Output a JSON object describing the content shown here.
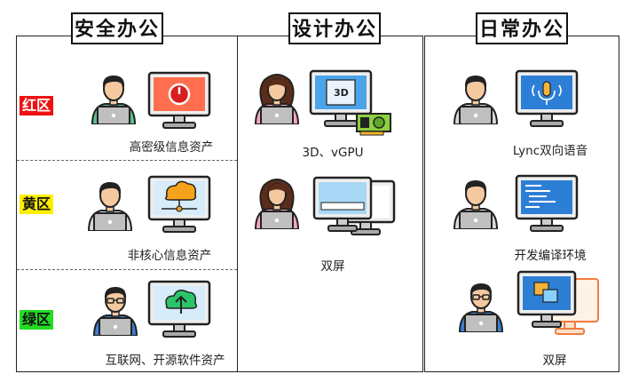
{
  "sections": {
    "security": {
      "title": "安全办公",
      "zones": [
        {
          "label": "红区",
          "bg": "#ee1111",
          "color": "#ffffff",
          "caption": "高密级信息资产"
        },
        {
          "label": "黄区",
          "bg": "#ffee00",
          "color": "#111111",
          "caption": "非核心信息资产"
        },
        {
          "label": "绿区",
          "bg": "#22dd22",
          "color": "#111111",
          "caption": "互联网、开源软件资产"
        }
      ]
    },
    "design": {
      "title": "设计办公",
      "items": [
        {
          "caption": "3D、vGPU"
        },
        {
          "caption": "双屏"
        }
      ]
    },
    "daily": {
      "title": "日常办公",
      "items": [
        {
          "caption": "Lync双向语音"
        },
        {
          "caption": "开发编译环境"
        },
        {
          "caption": "双屏"
        }
      ]
    }
  },
  "icons": {
    "3d_label": "3D"
  }
}
